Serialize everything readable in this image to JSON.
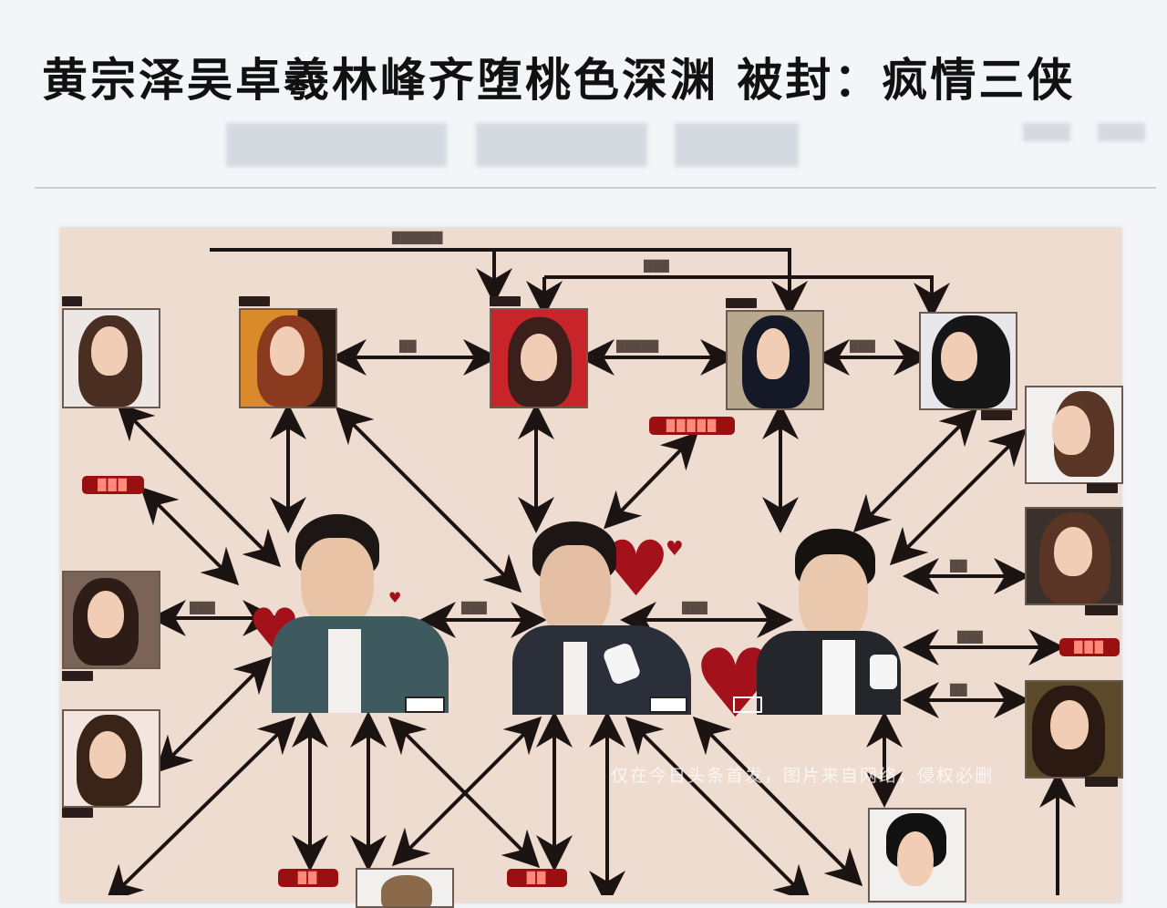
{
  "article": {
    "title": "黄宗泽吴卓羲林峰齐堕桃色深渊 被封：疯情三侠",
    "meta_blurred": true
  },
  "diagram": {
    "top_connector_label": "██████",
    "second_connector_label": "███",
    "center_men": [
      {
        "id": "man-left",
        "name_tag": "███"
      },
      {
        "id": "man-center",
        "name_tag": "███"
      },
      {
        "id": "man-right",
        "name_tag": "██"
      }
    ],
    "women_top": [
      {
        "id": "w1",
        "name": "██"
      },
      {
        "id": "w2",
        "name": "███"
      },
      {
        "id": "w3",
        "name": "███"
      },
      {
        "id": "w4",
        "name": "███"
      },
      {
        "id": "w5",
        "name": "███"
      }
    ],
    "women_right": [
      {
        "id": "w6",
        "name": "███"
      },
      {
        "id": "w7",
        "name": "███"
      },
      {
        "id": "w8",
        "name": "███"
      },
      {
        "id": "w9",
        "name": "███"
      }
    ],
    "women_left": [
      {
        "id": "w10",
        "name": "███"
      },
      {
        "id": "w11",
        "name": "███"
      }
    ],
    "red_tags": [
      {
        "id": "tag-1",
        "text": "███"
      },
      {
        "id": "tag-2",
        "text": "█████"
      },
      {
        "id": "tag-3",
        "text": "███"
      },
      {
        "id": "tag-4",
        "text": "██"
      },
      {
        "id": "tag-5",
        "text": "██"
      }
    ],
    "edge_labels": {
      "w2_w3": "██",
      "w3_w4": "█████",
      "w4_w5": "███",
      "men_lr1": "███",
      "men_lr2": "███",
      "left_w10": "███",
      "right_w7": "██",
      "right_tag": "███",
      "right_w9": "██",
      "illegible": "██"
    },
    "colors": {
      "board": "#efdcd0",
      "arrow": "#1c1412",
      "tag": "#9a1010",
      "heart": "#a3121a"
    }
  },
  "watermark": "仅在今日头条首发，图片来自网络，侵权必删"
}
